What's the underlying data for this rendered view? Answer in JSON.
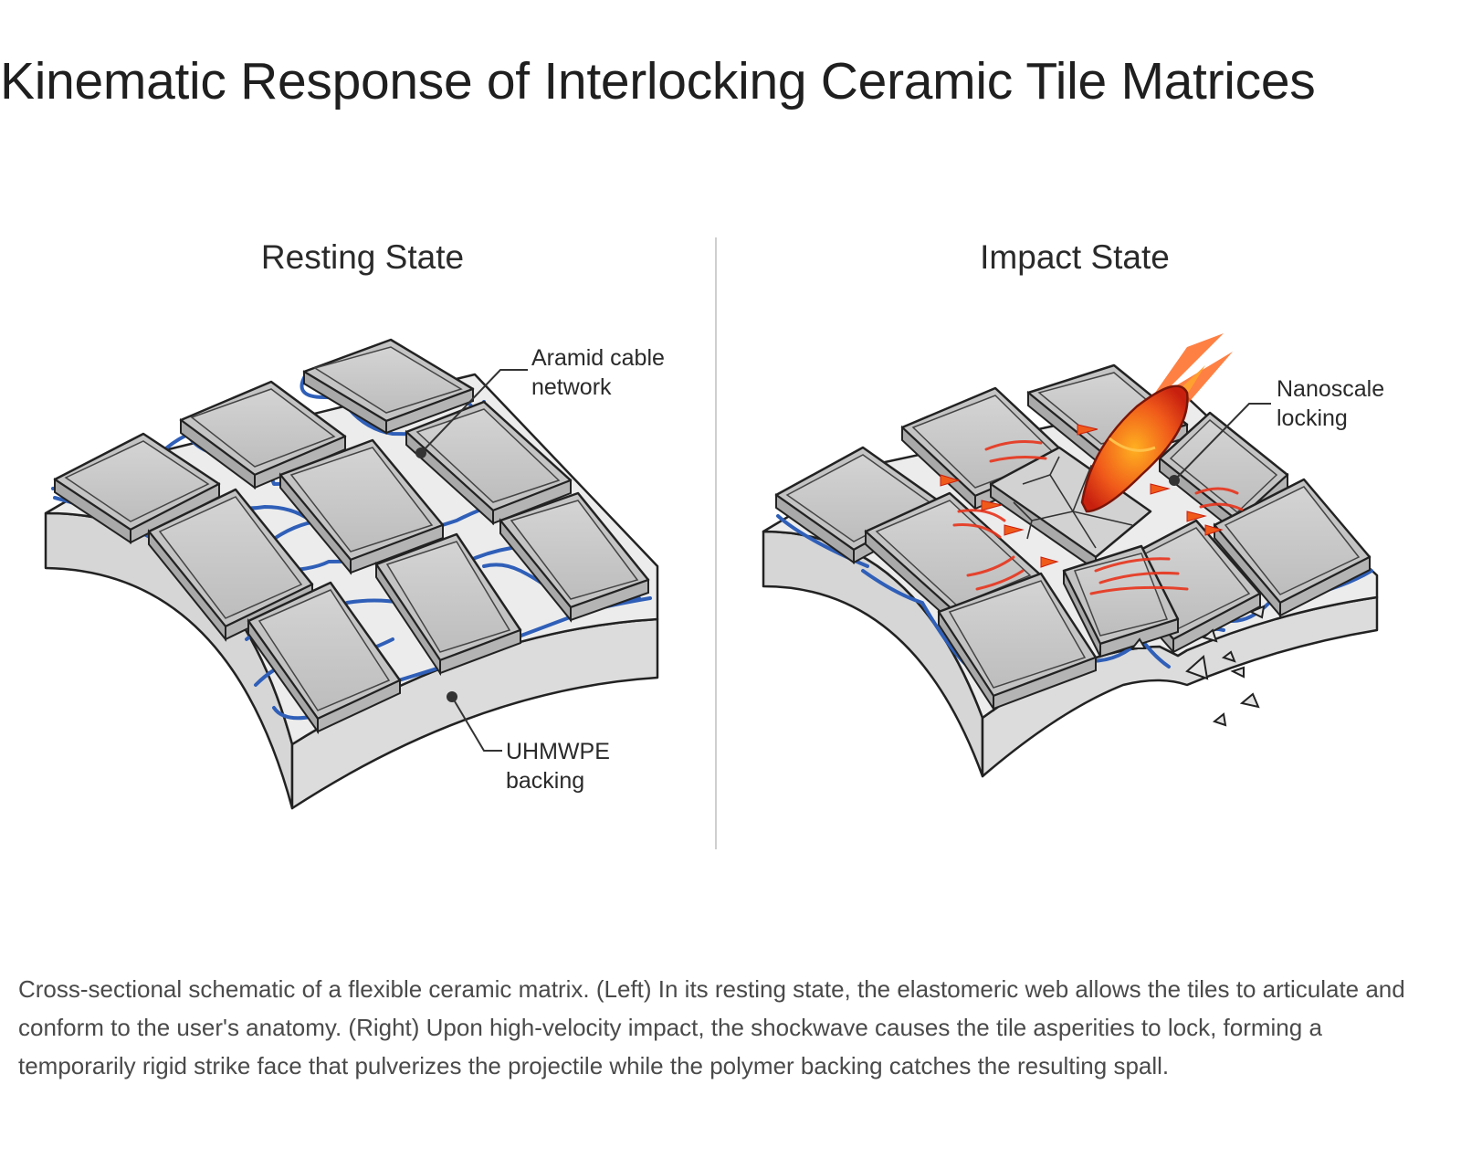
{
  "title": "Kinematic Response of Interlocking Ceramic Tile Matrices",
  "panels": {
    "resting": {
      "heading": "Resting State",
      "labels": {
        "cable": [
          "Aramid cable",
          "network"
        ],
        "backing": [
          "UHMWPE",
          "backing"
        ]
      }
    },
    "impact": {
      "heading": "Impact State",
      "labels": {
        "locking": [
          "Nanoscale",
          "locking"
        ]
      }
    }
  },
  "caption": "Cross-sectional schematic of a flexible ceramic matrix. (Left) In its resting state, the elastomeric web allows the tiles to articulate and conform to the user's anatomy. (Right) Upon high-velocity impact, the shockwave causes the tile asperities to lock, forming a temporarily rigid strike face that pulverizes the projectile while the polymer backing catches the resulting spall.",
  "colors": {
    "cable": "#2f5fb8",
    "tile": "#c9c9c9",
    "backing": "#e6e6e6",
    "impact": "#e8341c"
  }
}
